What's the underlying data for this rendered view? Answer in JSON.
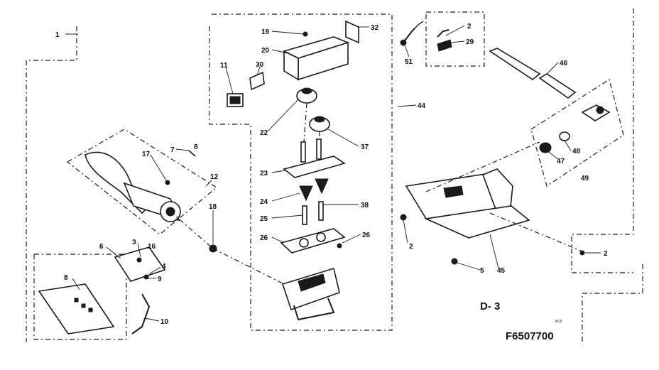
{
  "diagram": {
    "sheet_label": "D- 3",
    "part_number": "F6507700",
    "small_code": "M-N",
    "callouts": [
      {
        "key": "c1",
        "text": "1"
      },
      {
        "key": "c19",
        "text": "19"
      },
      {
        "key": "c32",
        "text": "32"
      },
      {
        "key": "c20",
        "text": "20"
      },
      {
        "key": "c30",
        "text": "30"
      },
      {
        "key": "c11",
        "text": "11"
      },
      {
        "key": "c22",
        "text": "22"
      },
      {
        "key": "c37",
        "text": "37"
      },
      {
        "key": "c44",
        "text": "44"
      },
      {
        "key": "c23",
        "text": "23"
      },
      {
        "key": "c24",
        "text": "24"
      },
      {
        "key": "c25",
        "text": "25"
      },
      {
        "key": "c38",
        "text": "38"
      },
      {
        "key": "c26a",
        "text": "26"
      },
      {
        "key": "c26b",
        "text": "26"
      },
      {
        "key": "c51",
        "text": "51"
      },
      {
        "key": "c2a",
        "text": "2"
      },
      {
        "key": "c29",
        "text": "29"
      },
      {
        "key": "c46",
        "text": "46"
      },
      {
        "key": "c48",
        "text": "48"
      },
      {
        "key": "c47",
        "text": "47"
      },
      {
        "key": "c49",
        "text": "49"
      },
      {
        "key": "c2b",
        "text": "2"
      },
      {
        "key": "c5",
        "text": "5"
      },
      {
        "key": "c45",
        "text": "45"
      },
      {
        "key": "c2c",
        "text": "2"
      },
      {
        "key": "c7",
        "text": "7"
      },
      {
        "key": "c8a",
        "text": "8"
      },
      {
        "key": "c17",
        "text": "17"
      },
      {
        "key": "c12",
        "text": "12"
      },
      {
        "key": "c18",
        "text": "18"
      },
      {
        "key": "c6",
        "text": "6"
      },
      {
        "key": "c3",
        "text": "3"
      },
      {
        "key": "c16",
        "text": "16"
      },
      {
        "key": "c4",
        "text": "4"
      },
      {
        "key": "c9",
        "text": "9"
      },
      {
        "key": "c8b",
        "text": "8"
      },
      {
        "key": "c10",
        "text": "10"
      }
    ]
  }
}
